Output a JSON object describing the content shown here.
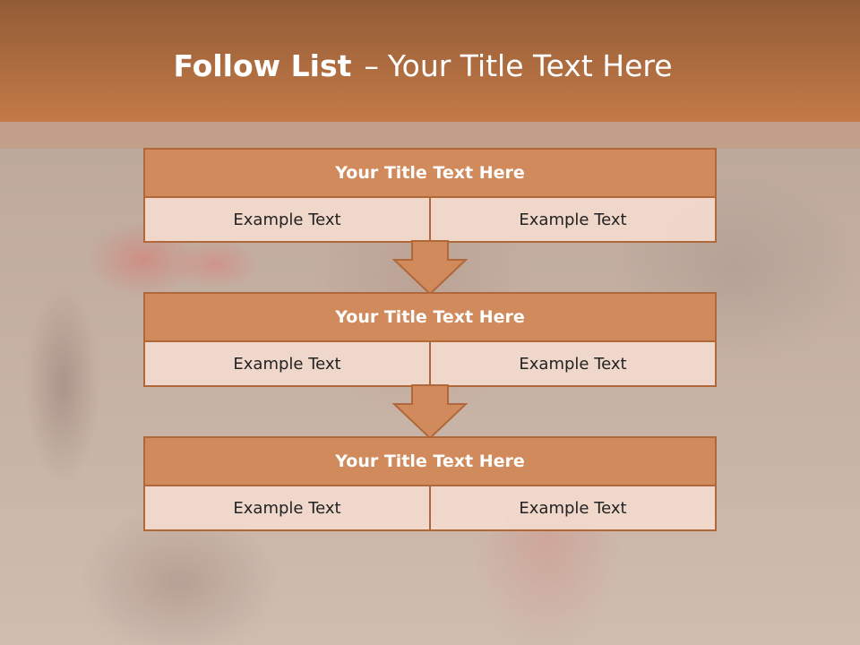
{
  "slide": {
    "title_bold": "Follow List",
    "title_sep": "–",
    "title_rest": "Your Title Text Here"
  },
  "colors": {
    "header": "#c47a48",
    "block_title": "#d08a5c",
    "border": "#b0683a",
    "cell": "#f2dace"
  },
  "steps": [
    {
      "title": "Your Title Text Here",
      "left": "Example Text",
      "right": "Example Text"
    },
    {
      "title": "Your Title Text Here",
      "left": "Example Text",
      "right": "Example Text"
    },
    {
      "title": "Your Title Text Here",
      "left": "Example Text",
      "right": "Example Text"
    }
  ]
}
